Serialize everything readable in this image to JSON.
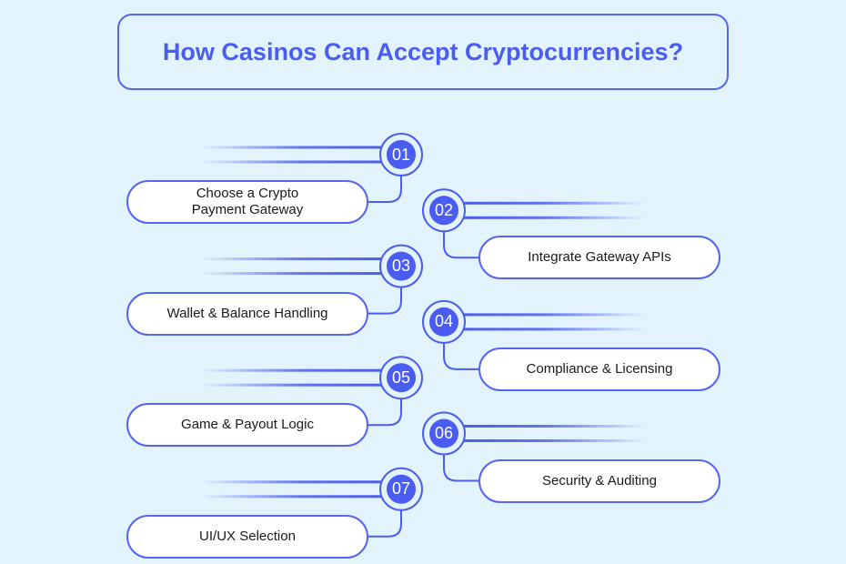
{
  "title": "How Casinos Can Accept Cryptocurrencies?",
  "colors": {
    "background": "#e2f3fc",
    "accent": "#4b5cf0",
    "box_fill": "#ffffff",
    "text": "#1a1a1a"
  },
  "steps": [
    {
      "number": "01",
      "label": "Choose a Crypto\nPayment Gateway",
      "side": "left"
    },
    {
      "number": "02",
      "label": "Integrate Gateway APIs",
      "side": "right"
    },
    {
      "number": "03",
      "label": "Wallet & Balance Handling",
      "side": "left"
    },
    {
      "number": "04",
      "label": "Compliance & Licensing",
      "side": "right"
    },
    {
      "number": "05",
      "label": "Game & Payout Logic",
      "side": "left"
    },
    {
      "number": "06",
      "label": "Security & Auditing",
      "side": "right"
    },
    {
      "number": "07",
      "label": "UI/UX Selection",
      "side": "left"
    }
  ]
}
